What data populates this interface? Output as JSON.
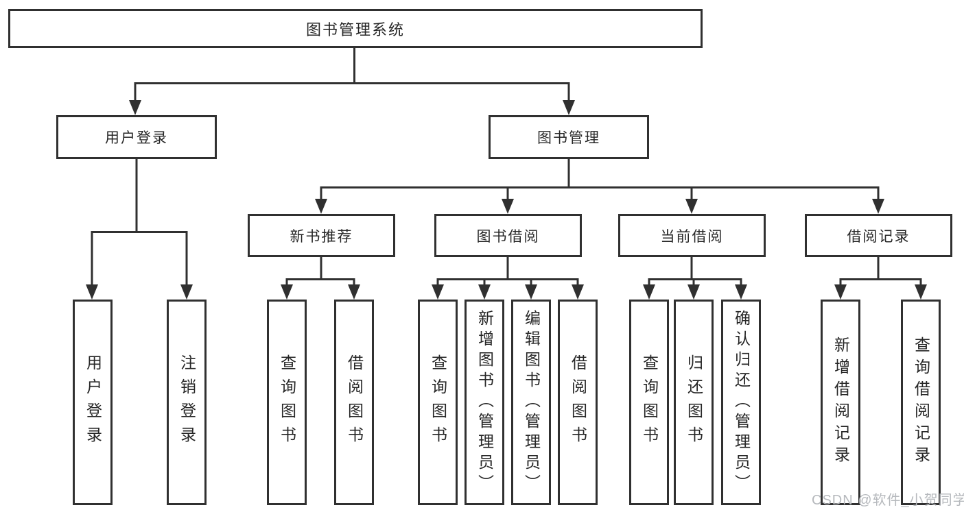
{
  "tree": {
    "root": "图书管理系统",
    "user_login": {
      "label": "用户登录",
      "children": [
        "用户登录",
        "注销登录"
      ]
    },
    "book_mgmt": {
      "label": "图书管理",
      "sections": [
        {
          "label": "新书推荐",
          "children": [
            "查询图书",
            "借阅图书"
          ]
        },
        {
          "label": "图书借阅",
          "children": [
            "查询图书",
            "新增图书（管理员）",
            "编辑图书（管理员）",
            "借阅图书"
          ]
        },
        {
          "label": "当前借阅",
          "children": [
            "查询图书",
            "归还图书",
            "确认归还（管理员）"
          ]
        },
        {
          "label": "借阅记录",
          "children": [
            "新增借阅记录",
            "查询借阅记录"
          ]
        }
      ]
    }
  },
  "watermark": "CSDN @软件_小贺同学",
  "colors": {
    "line": "#303030",
    "text": "#262626",
    "background": "#ffffff",
    "watermark": "#b6b9bd"
  }
}
